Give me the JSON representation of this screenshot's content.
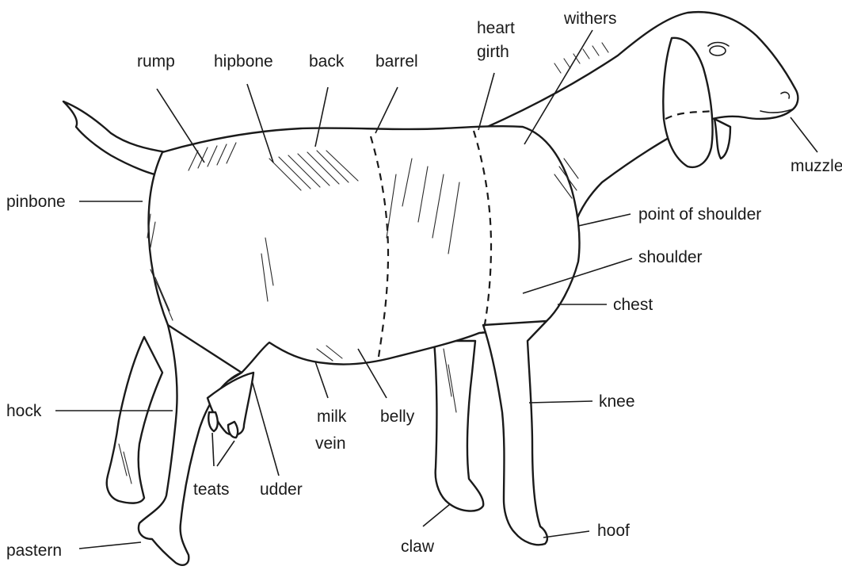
{
  "labels": {
    "rump": "rump",
    "hipbone": "hipbone",
    "back": "back",
    "barrel": "barrel",
    "heart_girth_1": "heart",
    "heart_girth_2": "girth",
    "withers": "withers",
    "muzzle": "muzzle",
    "pinbone": "pinbone",
    "point_of_shoulder": "point of shoulder",
    "shoulder": "shoulder",
    "chest": "chest",
    "hock": "hock",
    "knee": "knee",
    "milk_vein_1": "milk",
    "milk_vein_2": "vein",
    "belly": "belly",
    "teats": "teats",
    "udder": "udder",
    "claw": "claw",
    "hoof": "hoof",
    "pastern": "pastern"
  }
}
